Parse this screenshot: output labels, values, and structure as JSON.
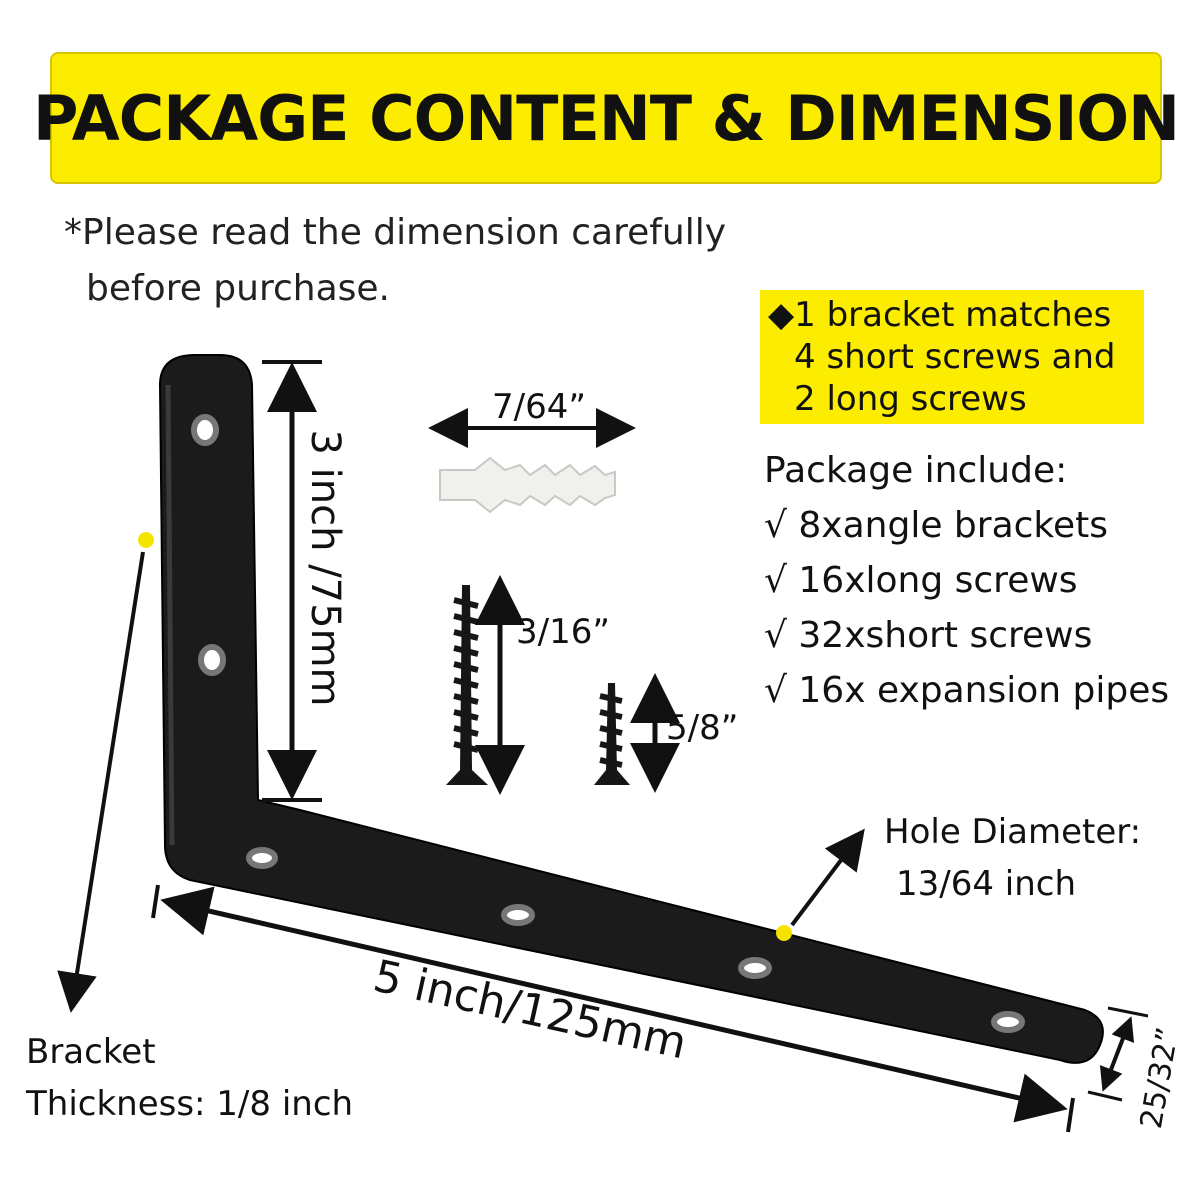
{
  "header": {
    "title": "PACKAGE CONTENT & DIMENSION"
  },
  "note": {
    "line1": "*Please read the dimension carefully",
    "line2": "before purchase."
  },
  "match": {
    "line1": "◆1 bracket matches",
    "line2": "4 short screws and",
    "line3": "2 long screws"
  },
  "package": {
    "heading": "Package include:",
    "items": [
      "√ 8xangle brackets",
      "√ 16xlong screws",
      "√ 32xshort screws",
      "√ 16x expansion pipes"
    ]
  },
  "dimensions": {
    "height": "3 inch /75mm",
    "length": "5 inch/125mm",
    "width": "25/32”",
    "anchor": "7/64”",
    "long_screw": "3/16”",
    "short_screw": "5/8”",
    "hole_label": "Hole Diameter:",
    "hole_value": "13/64 inch",
    "thickness_label": "Bracket",
    "thickness_value": "Thickness: 1/8 inch"
  },
  "colors": {
    "banner": "#fcec00",
    "bracket": "#1b1b1b",
    "marker": "#f5e400"
  }
}
